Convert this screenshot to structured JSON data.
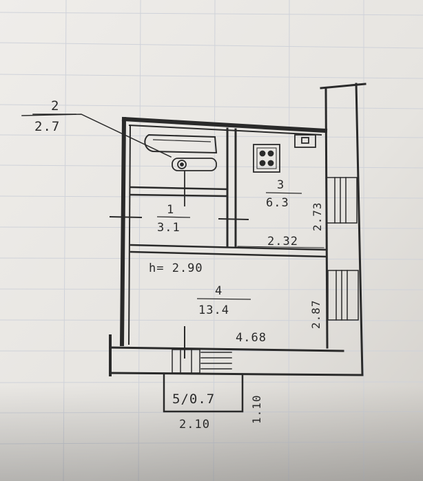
{
  "plan": {
    "callout": {
      "number": "2",
      "area": "2.7"
    },
    "rooms": [
      {
        "id": "1",
        "number": "1",
        "area": "3.1"
      },
      {
        "id": "3",
        "number": "3",
        "area": "6.3"
      },
      {
        "id": "4",
        "number": "4",
        "area": "13.4"
      }
    ],
    "entry": {
      "label": "5/0.7"
    },
    "dimensions": {
      "kitchen_width": "2.32",
      "kitchen_height": "2.73",
      "room_width": "4.68",
      "room_height": "2.87",
      "ceiling_height": "h= 2.90",
      "entry_width": "2.10",
      "entry_depth": "1.10"
    }
  },
  "colors": {
    "paper": "#e9e7e3",
    "ink": "#2a2a2a",
    "grid_line": "#c9cdd6",
    "shadow": "#b9b6b1"
  },
  "icons": [
    "bathtub-icon",
    "sink-icon",
    "stove-icon",
    "cabinet-icon"
  ]
}
